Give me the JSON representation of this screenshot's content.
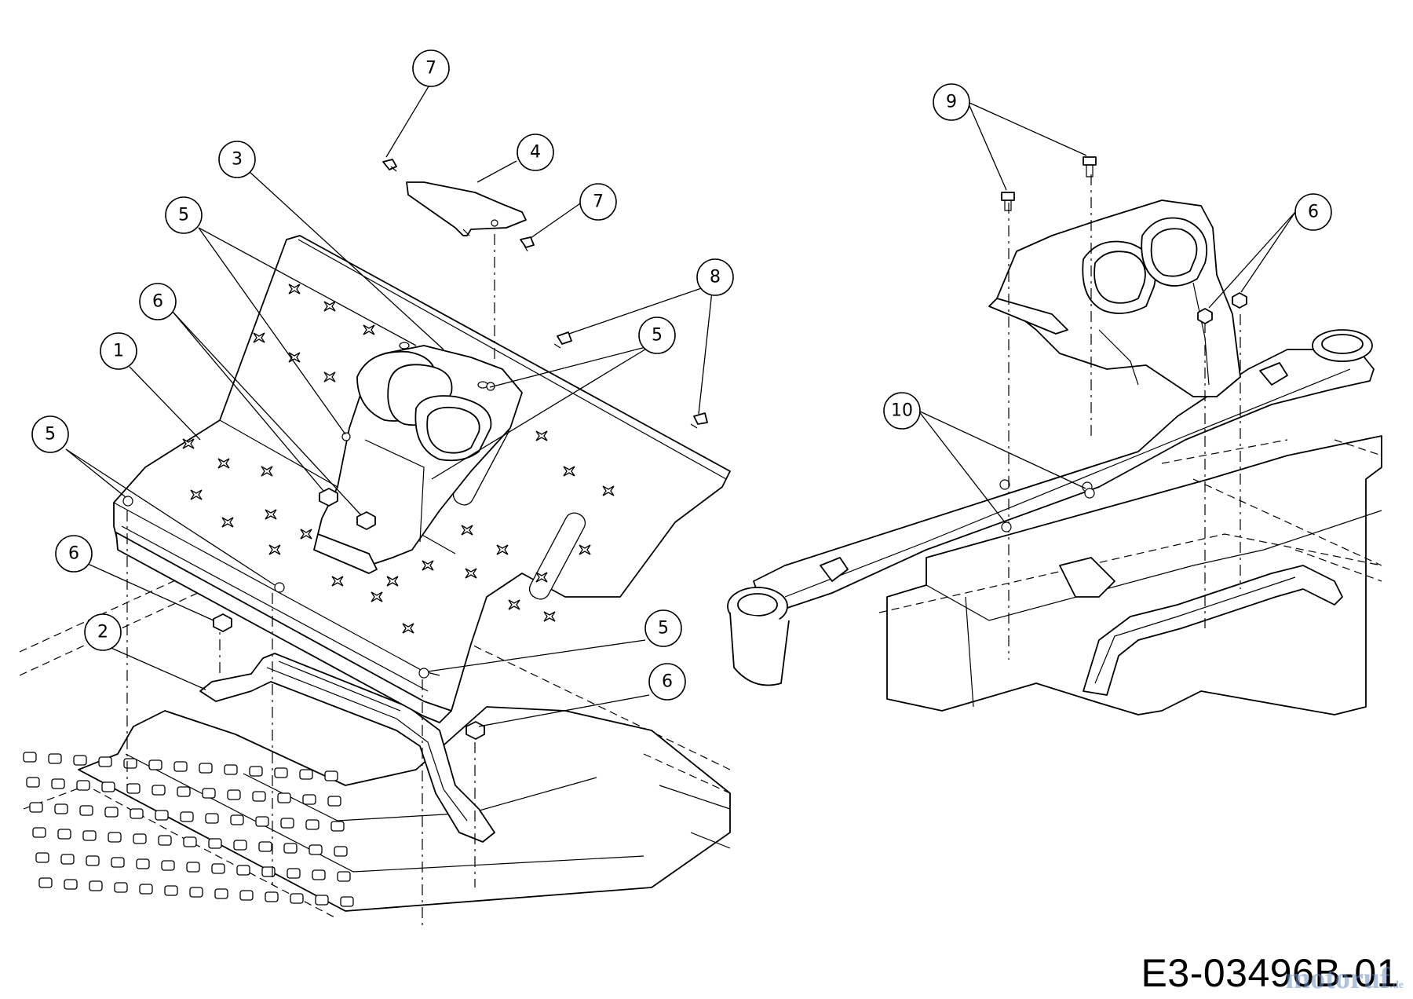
{
  "diagram": {
    "callouts": {
      "c1": "1",
      "c2": "2",
      "c3": "3",
      "c4": "4",
      "c5": "5",
      "c6": "6",
      "c7": "7",
      "c8": "8",
      "c9": "9",
      "c10": "10"
    },
    "drawing_code": "E3-03496B-01",
    "watermark": "motoruf.de"
  }
}
